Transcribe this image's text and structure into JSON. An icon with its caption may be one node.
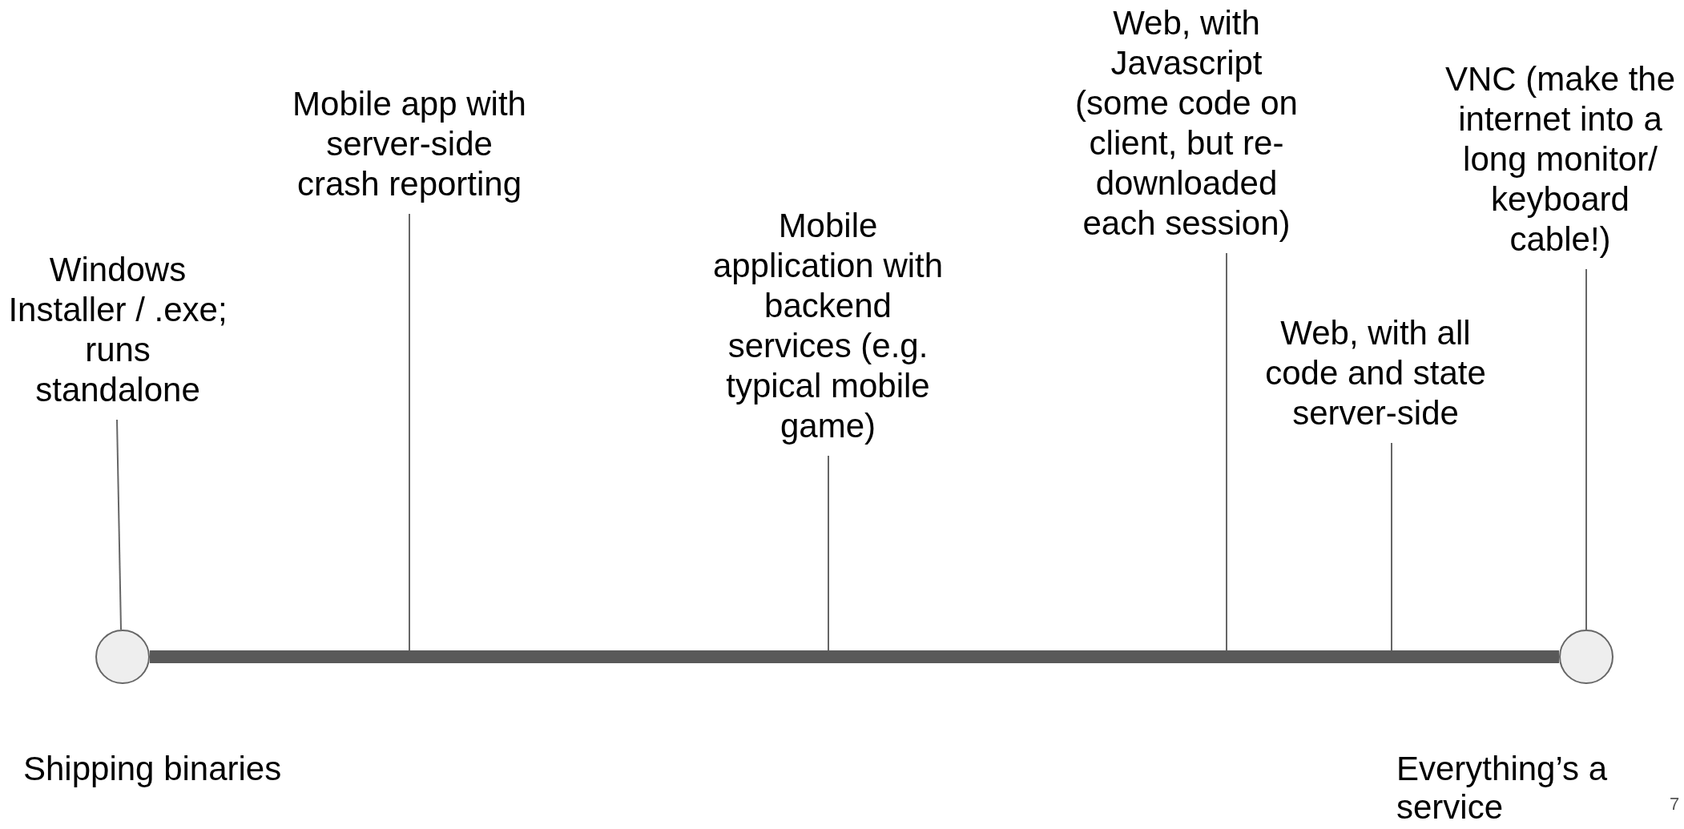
{
  "diagram": {
    "nodes": [
      {
        "text": [
          "Windows Installer / .exe; runs standalone"
        ]
      },
      {
        "text": [
          "Mobile app with server-side crash reporting"
        ]
      },
      {
        "text": [
          "Mobile application with backend services (e.g. typical mobile game)"
        ]
      },
      {
        "text": [
          "Web, with Javascript (some code on client, but re-downloaded each session)"
        ]
      },
      {
        "text": [
          "Web, with all code and state server-side"
        ]
      },
      {
        "text": [
          "VNC (make the internet into a long monitor/ keyboard cable!)"
        ]
      },
      {
        "text": [],
        "shape": "circle"
      },
      {
        "text": [],
        "shape": "bar"
      },
      {
        "text": [],
        "shape": "circle"
      }
    ],
    "edges": [
      {
        "from": 0,
        "to": 6,
        "arrow": "none"
      },
      {
        "from": 1,
        "to": 7,
        "arrow": "none"
      },
      {
        "from": 2,
        "to": 7,
        "arrow": "none"
      },
      {
        "from": 3,
        "to": 7,
        "arrow": "none"
      },
      {
        "from": 4,
        "to": 7,
        "arrow": "none"
      },
      {
        "from": 5,
        "to": 8,
        "arrow": "none"
      }
    ],
    "labels": [
      "Shipping binaries",
      "Everything’s a service",
      "7"
    ]
  }
}
